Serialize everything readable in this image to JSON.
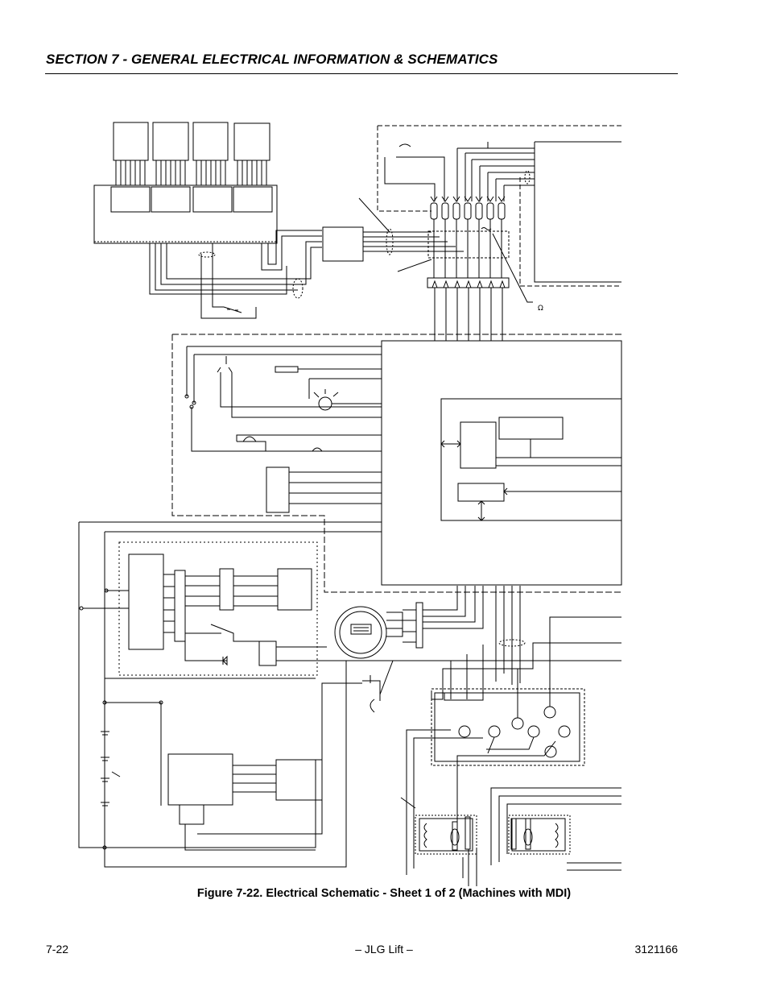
{
  "header": {
    "section_title": "SECTION 7 - GENERAL ELECTRICAL INFORMATION & SCHEMATICS"
  },
  "schematic": {
    "resistance_symbol": "Ω"
  },
  "figure": {
    "caption": "Figure 7-22.  Electrical Schematic - Sheet 1 of 2 (Machines with MDI)"
  },
  "footer": {
    "page_number": "7-22",
    "publisher": "– JLG Lift –",
    "document_number": "3121166"
  }
}
